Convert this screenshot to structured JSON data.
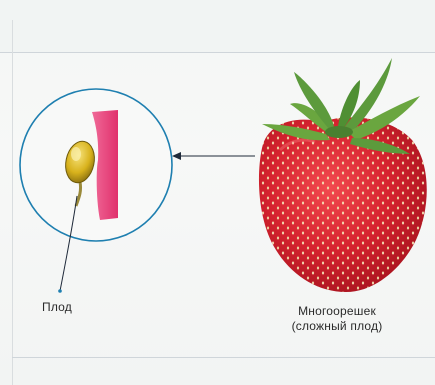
{
  "labels": {
    "fruit": "Плод",
    "berry_name": "Многоорешек",
    "berry_type": "(сложный плод)"
  },
  "colors": {
    "circle_outline": "#1e7fb0",
    "pointer_line": "#1f2a3a",
    "receptacle": "#e83e79",
    "achene": "#d8b21c",
    "berry": "#d6232f",
    "leaves": "#5c9a3c"
  }
}
